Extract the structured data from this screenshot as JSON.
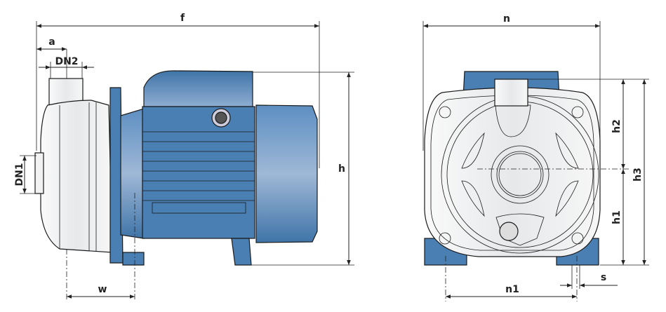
{
  "colors": {
    "motor_blue": "#4a7fb3",
    "casing_gray": "#eef0f2",
    "line": "#1a1a1a"
  },
  "side_view": {
    "dimensions": {
      "f": "f",
      "a": "a",
      "dn2": "DN2",
      "dn1": "DN1",
      "h": "h",
      "w": "w"
    }
  },
  "front_view": {
    "dimensions": {
      "n": "n",
      "h2": "h2",
      "h3": "h3",
      "h1": "h1",
      "s": "s",
      "n1": "n1"
    }
  }
}
